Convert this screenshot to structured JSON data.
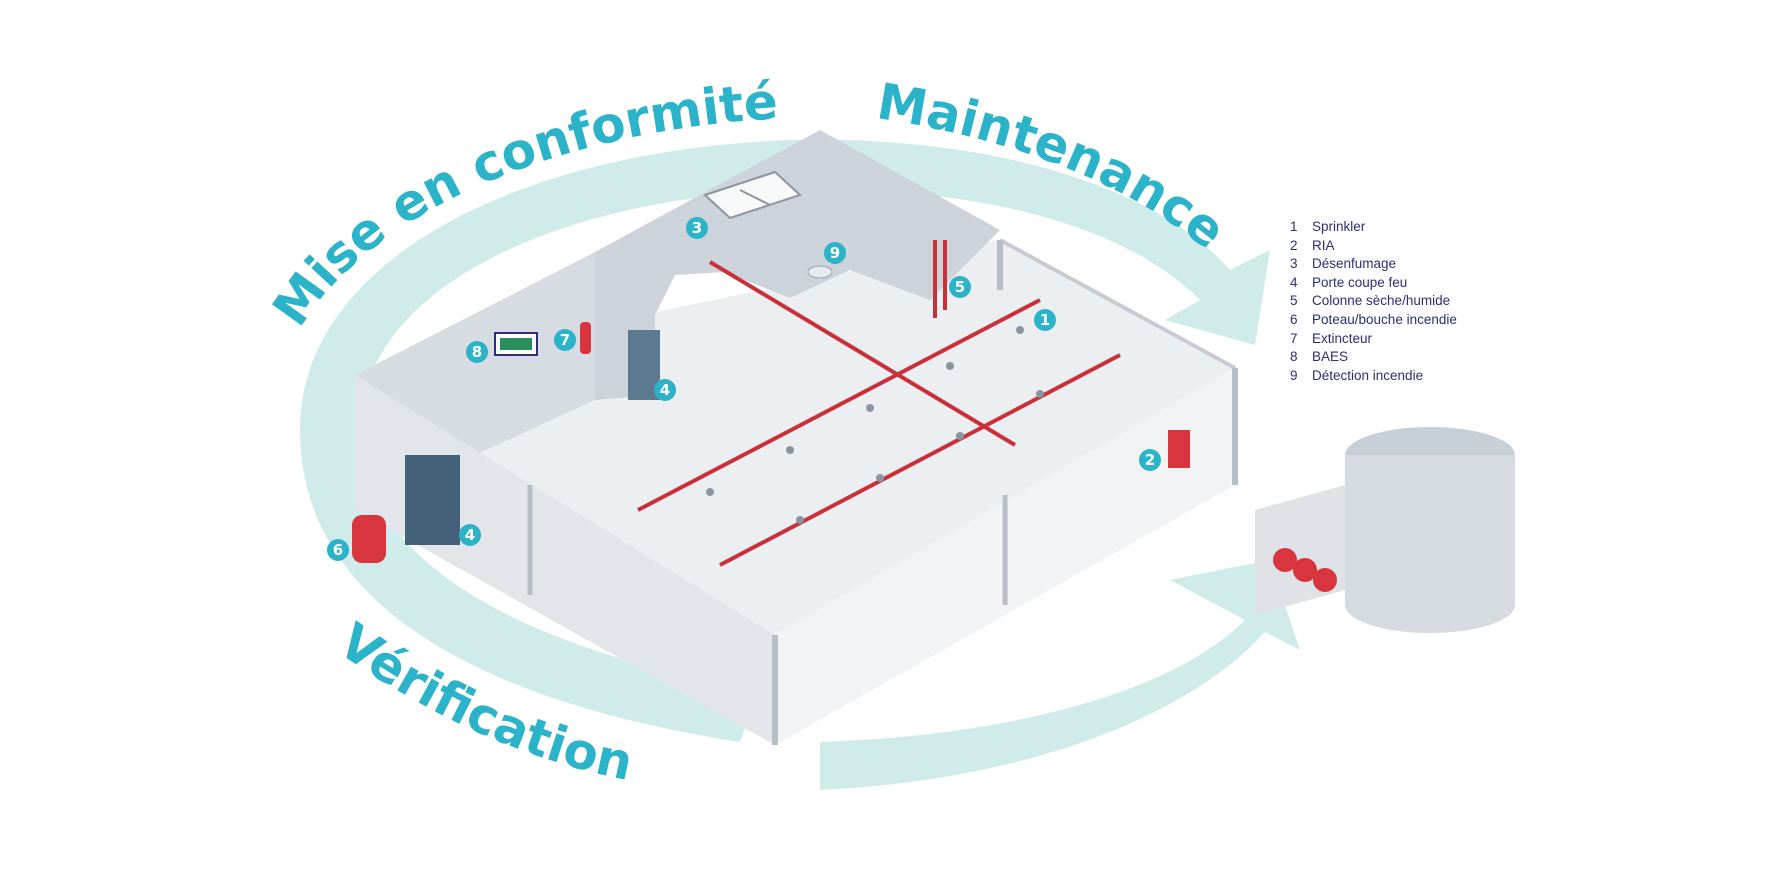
{
  "cycle": {
    "label_top_left": "Mise en conformité",
    "label_top_right": "Maintenance",
    "label_bottom": "Vérification"
  },
  "legend": [
    {
      "num": "1",
      "label": "Sprinkler"
    },
    {
      "num": "2",
      "label": "RIA"
    },
    {
      "num": "3",
      "label": "Désenfumage"
    },
    {
      "num": "4",
      "label": "Porte coupe feu"
    },
    {
      "num": "5",
      "label": "Colonne sèche/humide"
    },
    {
      "num": "6",
      "label": "Poteau/bouche incendie"
    },
    {
      "num": "7",
      "label": "Extincteur"
    },
    {
      "num": "8",
      "label": "BAES"
    },
    {
      "num": "9",
      "label": "Détection incendie"
    }
  ],
  "badges": [
    "1",
    "2",
    "3",
    "4",
    "4",
    "5",
    "6",
    "7",
    "8",
    "9"
  ],
  "colors": {
    "cycle_arrow": "#cfeceb",
    "cycle_text": "#2bb3c9",
    "badge": "#2bb3c9",
    "pipe": "#c9303a",
    "equipment": "#d9353f",
    "wall": "#d8dde3",
    "floor": "#eceff2",
    "legend_text": "#2a2f7a"
  },
  "icons": [
    "emergency-exit-sign-icon",
    "fire-extinguisher-icon",
    "fire-hydrant-icon",
    "hose-reel-icon",
    "smoke-detector-icon",
    "sprinkler-head-icon",
    "water-tank-icon",
    "pump-icon"
  ]
}
